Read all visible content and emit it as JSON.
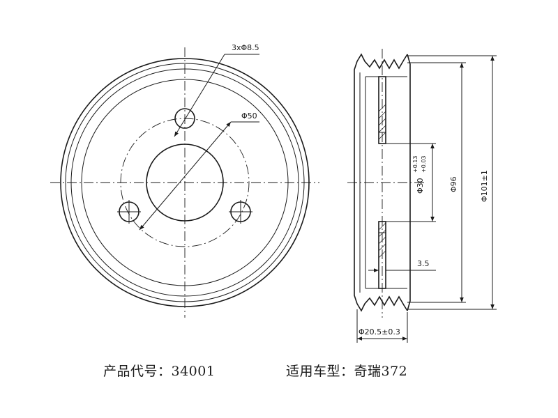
{
  "front_view": {
    "hole_pattern_label": "3xΦ8.5",
    "pcd_label": "Φ50"
  },
  "section_view": {
    "bore_label": "Φ30",
    "bore_tol_upper": "+0.13",
    "bore_tol_lower": "+0.03",
    "groove_dia_label": "Φ96",
    "outer_dia_label": "Φ101±1",
    "web_thickness_label": "3.5",
    "width_label": "Φ20.5±0.3"
  },
  "captions": {
    "product_code": "产品代号：34001",
    "vehicle": "适用车型：奇瑞372"
  }
}
